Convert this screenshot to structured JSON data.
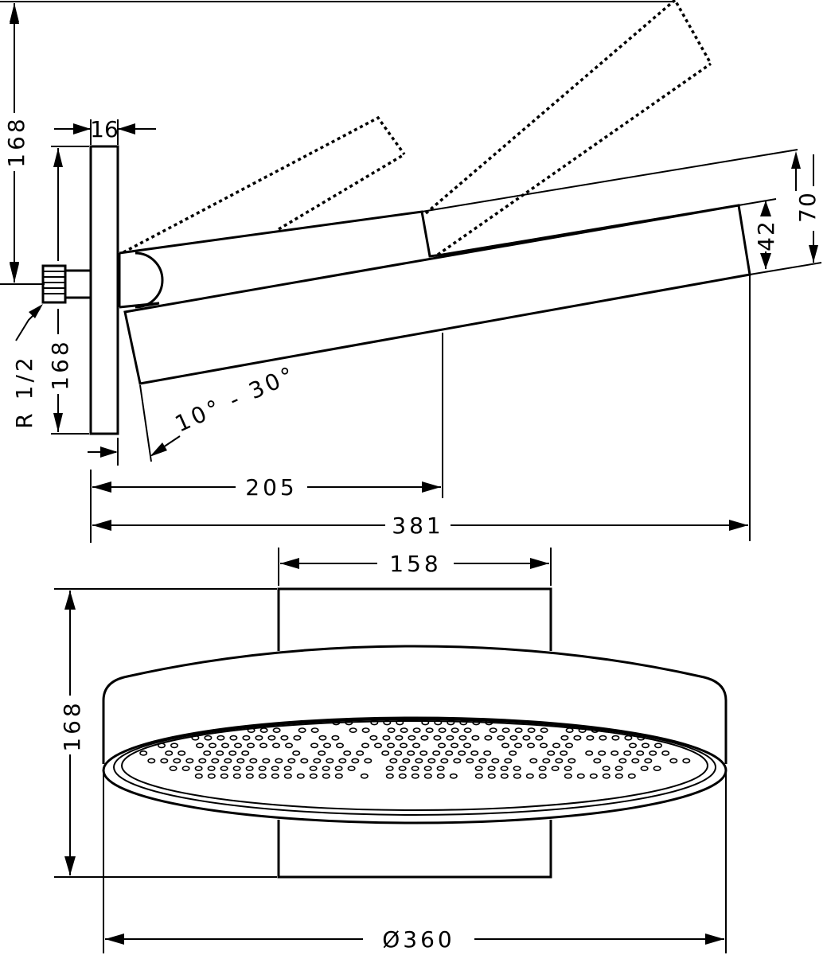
{
  "drawing": {
    "dimensions": {
      "wall_flange_thickness": "16",
      "arm_top_height": "168",
      "flange_height": "168",
      "thread": "R 1/2",
      "tilt_range": "10° - 30°",
      "arm_reach": "205",
      "total_reach": "381",
      "head_thickness_total": "70",
      "head_thickness": "42",
      "arm_width": "158",
      "front_height": "168",
      "head_diameter": "Ø360"
    }
  }
}
